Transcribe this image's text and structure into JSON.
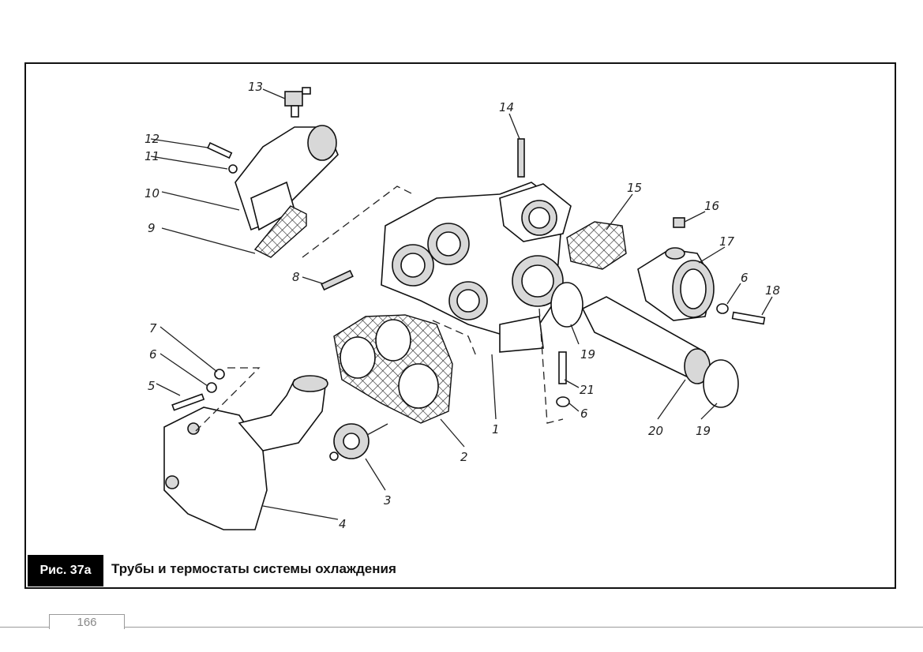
{
  "figure": {
    "tag": "Рис. 37а",
    "caption": "Трубы и термостаты системы охлаждения"
  },
  "page_number": "166",
  "callouts": [
    "1",
    "2",
    "3",
    "4",
    "5",
    "6",
    "7",
    "8",
    "9",
    "10",
    "11",
    "12",
    "13",
    "14",
    "15",
    "16",
    "17",
    "6",
    "18",
    "19",
    "20",
    "19",
    "21",
    "6"
  ]
}
